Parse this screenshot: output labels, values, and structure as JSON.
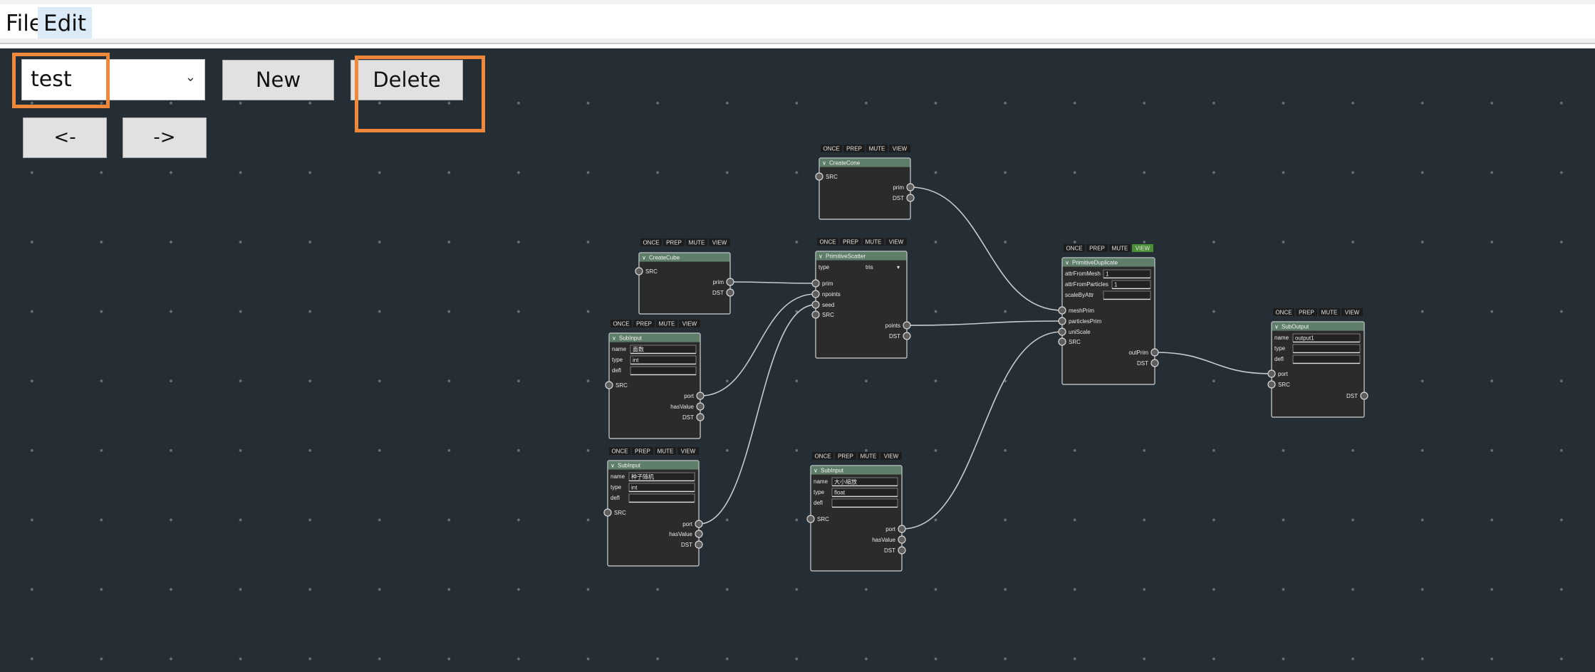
{
  "menu": {
    "file": "File",
    "edit": "Edit"
  },
  "toolbar": {
    "graph_select": "test",
    "new_label": "New",
    "delete_label": "Delete",
    "undo_label": "<-",
    "redo_label": "->"
  },
  "node_buttons": [
    "ONCE",
    "PREP",
    "MUTE",
    "VIEW"
  ],
  "colors": {
    "canvas": "#252e35",
    "node_body": "#2b2b2b",
    "node_header": "#5f7e69",
    "node_border": "#cfd4d6",
    "wire": "#c7cbce",
    "port": "#8a9a90",
    "view_active": "#4a8f35",
    "highlight": "#f0883c"
  },
  "nodes": [
    {
      "id": "CreateCone",
      "title": "CreateCone",
      "inputs": [
        "SRC"
      ],
      "outputs": [
        "prim",
        "DST"
      ]
    },
    {
      "id": "CreateCube",
      "title": "CreateCube",
      "inputs": [
        "SRC"
      ],
      "outputs": [
        "prim",
        "DST"
      ]
    },
    {
      "id": "PrimitiveScatter",
      "title": "PrimitiveScatter",
      "fields": [
        {
          "label": "type",
          "value": "tris",
          "dropdown": true
        }
      ],
      "inputs": [
        "prim",
        "npoints",
        "seed",
        "SRC"
      ],
      "outputs": [
        "points",
        "DST"
      ]
    },
    {
      "id": "SubInput1",
      "title": "SubInput",
      "fields": [
        {
          "label": "name",
          "value": "面数"
        },
        {
          "label": "type",
          "value": "int"
        },
        {
          "label": "defl",
          "value": ""
        }
      ],
      "inputs": [
        "SRC"
      ],
      "outputs": [
        "port",
        "hasValue",
        "DST"
      ]
    },
    {
      "id": "SubInput2",
      "title": "SubInput",
      "fields": [
        {
          "label": "name",
          "value": "种子随机"
        },
        {
          "label": "type",
          "value": "int"
        },
        {
          "label": "defl",
          "value": ""
        }
      ],
      "inputs": [
        "SRC"
      ],
      "outputs": [
        "port",
        "hasValue",
        "DST"
      ]
    },
    {
      "id": "SubInput3",
      "title": "SubInput",
      "fields": [
        {
          "label": "name",
          "value": "大小缩放"
        },
        {
          "label": "type",
          "value": "float"
        },
        {
          "label": "defl",
          "value": ""
        }
      ],
      "inputs": [
        "SRC"
      ],
      "outputs": [
        "port",
        "hasValue",
        "DST"
      ]
    },
    {
      "id": "PrimitiveDuplicate",
      "title": "PrimitiveDuplicate",
      "view_active": true,
      "fields": [
        {
          "label": "attrFromMesh",
          "value": "1"
        },
        {
          "label": "attrFromParticles",
          "value": "1"
        },
        {
          "label": "scaleByAttr",
          "value": ""
        }
      ],
      "inputs": [
        "meshPrim",
        "particlesPrim",
        "uniScale",
        "SRC"
      ],
      "outputs": [
        "outPrim",
        "DST"
      ]
    },
    {
      "id": "SubOutput",
      "title": "SubOutput",
      "fields": [
        {
          "label": "name",
          "value": "output1"
        },
        {
          "label": "type",
          "value": ""
        },
        {
          "label": "defl",
          "value": ""
        }
      ],
      "inputs": [
        "port",
        "SRC"
      ],
      "outputs": [
        "DST"
      ]
    }
  ]
}
